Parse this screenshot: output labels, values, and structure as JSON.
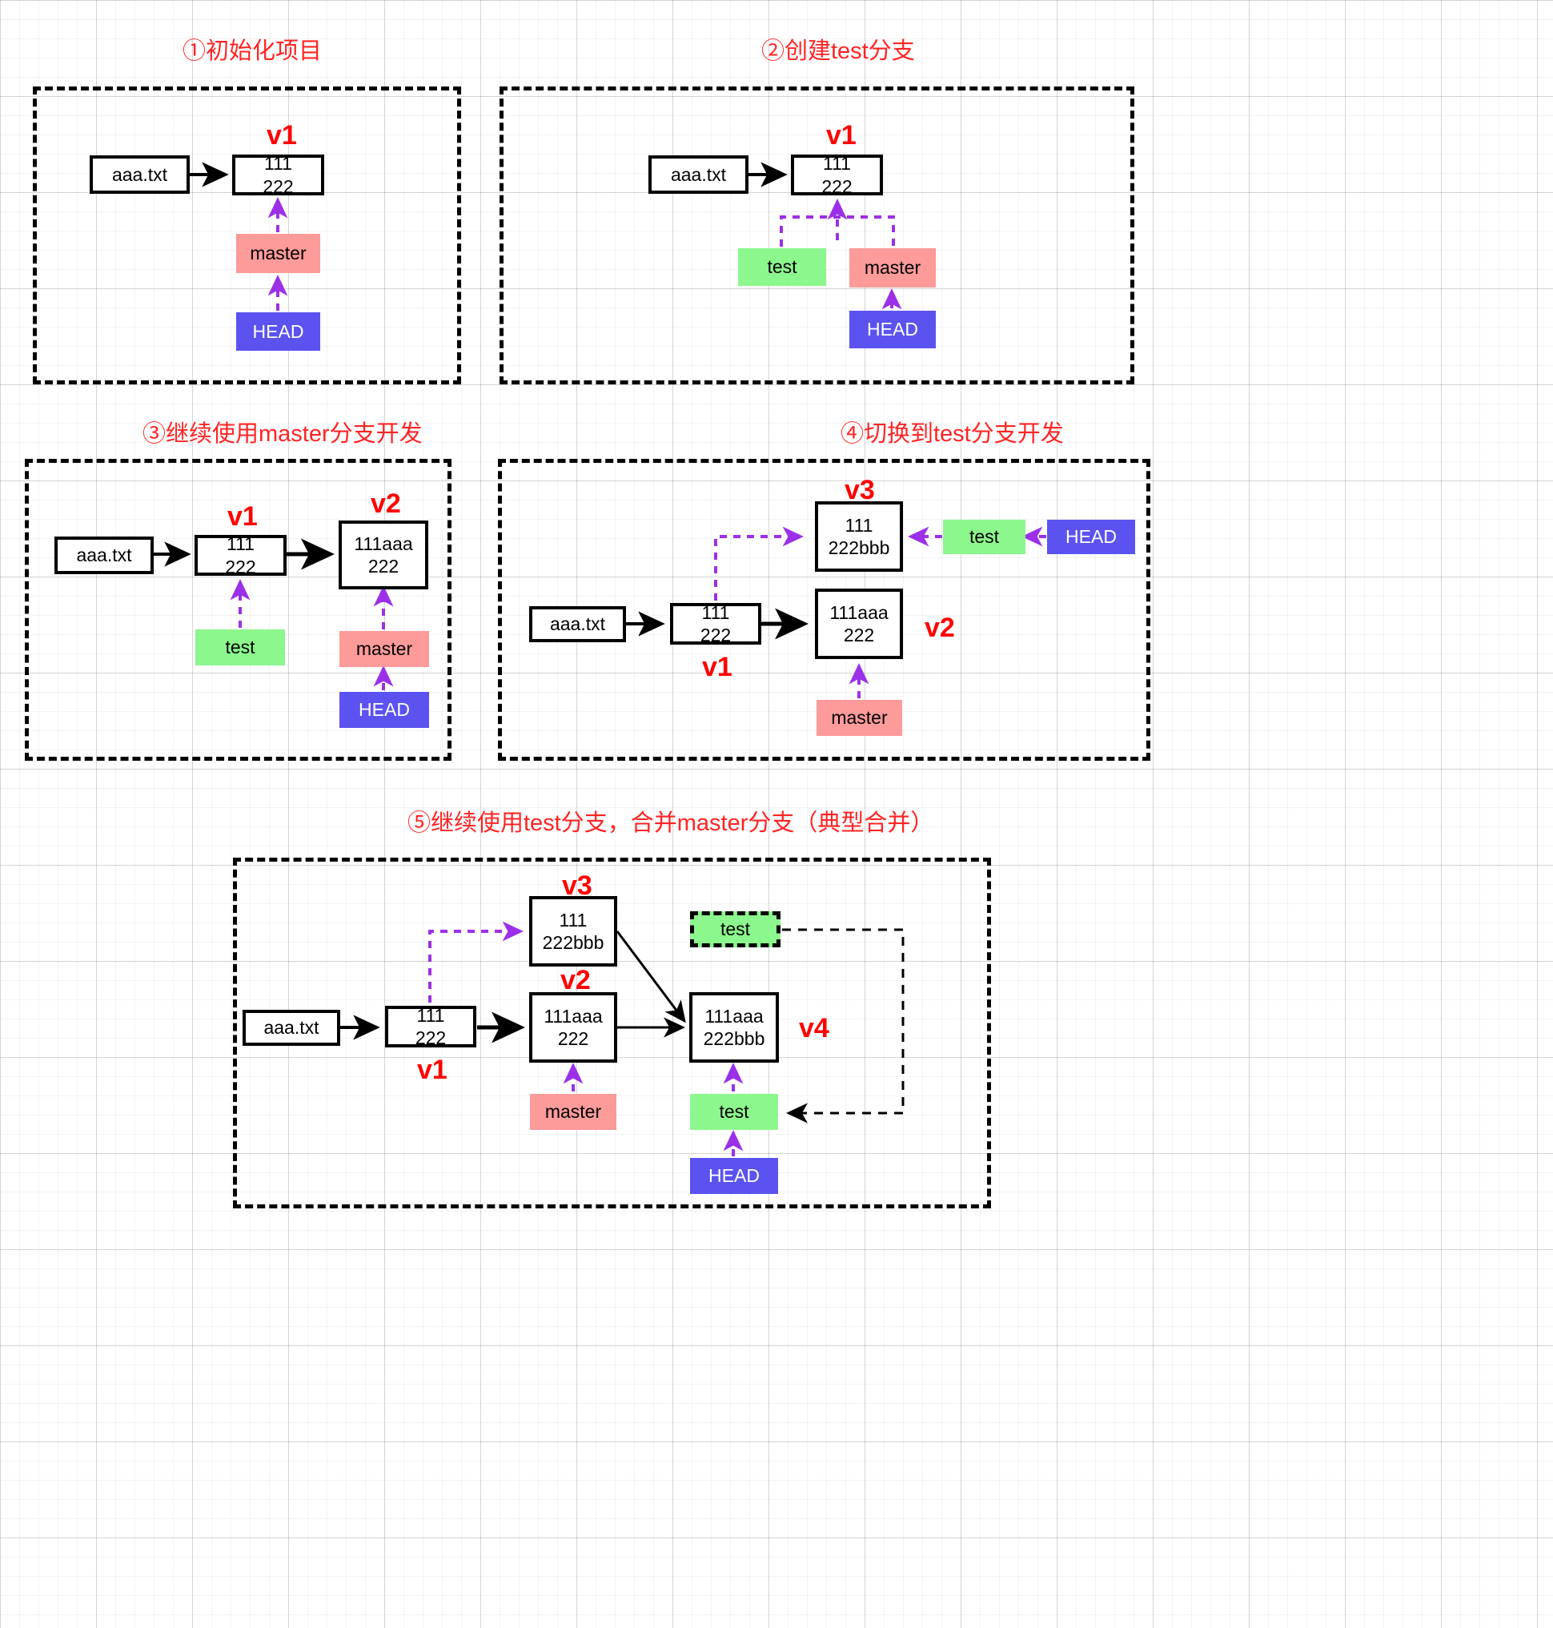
{
  "diagram": {
    "title_color": "#ff2424",
    "version_label_color": "#ff0000",
    "colors": {
      "master_branch": "#fd9a9a",
      "test_branch": "#8cf78c",
      "head_pointer": "#5b52f0",
      "pointer_arrow": "#9b30e8",
      "commit_border": "#000000"
    },
    "panels": [
      {
        "id": "panel-1",
        "title": "①初始化项目",
        "nodes": {
          "file": "aaa.txt",
          "commit_v1_line1": "111",
          "commit_v1_line2": "222",
          "version_v1": "v1",
          "master": "master",
          "head": "HEAD"
        }
      },
      {
        "id": "panel-2",
        "title": "②创建test分支",
        "nodes": {
          "file": "aaa.txt",
          "commit_v1_line1": "111",
          "commit_v1_line2": "222",
          "version_v1": "v1",
          "test": "test",
          "master": "master",
          "head": "HEAD"
        }
      },
      {
        "id": "panel-3",
        "title": "③继续使用master分支开发",
        "nodes": {
          "file": "aaa.txt",
          "commit_v1_line1": "111",
          "commit_v1_line2": "222",
          "version_v1": "v1",
          "commit_v2_line1": "111aaa",
          "commit_v2_line2": "222",
          "version_v2": "v2",
          "test": "test",
          "master": "master",
          "head": "HEAD"
        }
      },
      {
        "id": "panel-4",
        "title": "④切换到test分支开发",
        "nodes": {
          "file": "aaa.txt",
          "commit_v1_line1": "111",
          "commit_v1_line2": "222",
          "version_v1": "v1",
          "commit_v2_line1": "111aaa",
          "commit_v2_line2": "222",
          "version_v2": "v2",
          "commit_v3_line1": "111",
          "commit_v3_line2": "222bbb",
          "version_v3": "v3",
          "test": "test",
          "master": "master",
          "head": "HEAD"
        }
      },
      {
        "id": "panel-5",
        "title": "⑤继续使用test分支，合并master分支（典型合并）",
        "nodes": {
          "file": "aaa.txt",
          "commit_v1_line1": "111",
          "commit_v1_line2": "222",
          "version_v1": "v1",
          "commit_v2_line1": "111aaa",
          "commit_v2_line2": "222",
          "version_v2": "v2",
          "commit_v3_line1": "111",
          "commit_v3_line2": "222bbb",
          "version_v3": "v3",
          "commit_v4_line1": "111aaa",
          "commit_v4_line2": "222bbb",
          "version_v4": "v4",
          "test_ghost": "test",
          "test": "test",
          "master": "master",
          "head": "HEAD"
        }
      }
    ]
  }
}
